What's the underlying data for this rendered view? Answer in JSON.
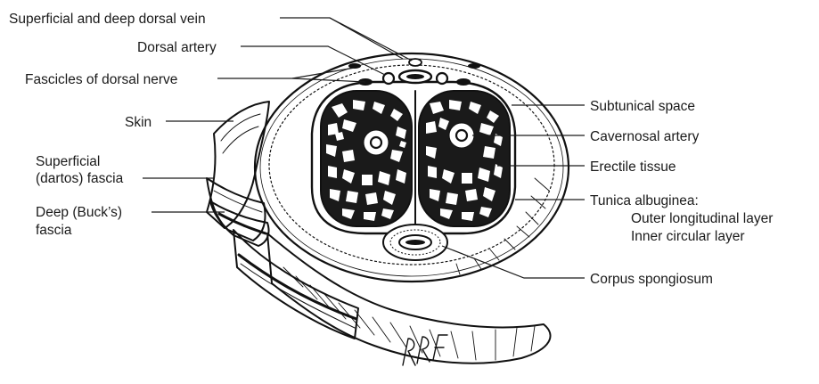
{
  "labels": {
    "dorsal_vein": "Superficial and deep dorsal vein",
    "dorsal_artery": "Dorsal artery",
    "dorsal_nerve": "Fascicles of dorsal nerve",
    "skin": "Skin",
    "superficial_fascia_1": "Superficial",
    "superficial_fascia_2": "(dartos) fascia",
    "deep_fascia_1": "Deep (Buck’s)",
    "deep_fascia_2": "fascia",
    "subtunical_space": "Subtunical space",
    "cavernosal_artery": "Cavernosal artery",
    "erectile_tissue": "Erectile tissue",
    "tunica_albuginea": "Tunica albuginea:",
    "outer_layer": "Outer longitudinal layer",
    "inner_layer": "Inner circular layer",
    "corpus_spongiosum": "Corpus spongiosum"
  },
  "signature": "RRF"
}
